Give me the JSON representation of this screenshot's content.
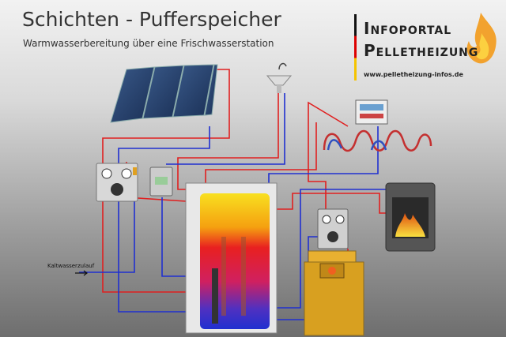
{
  "header": {
    "title": "Schichten - Pufferspeicher",
    "subtitle": "Warmwasserbereitung über eine Frischwasserstation"
  },
  "logo": {
    "line1": "Infoportal",
    "line2": "Pelletheizung",
    "url": "www.pelletheizung-infos.de"
  },
  "labels": {
    "cold_water_inlet": "Kaltwasserzulauf"
  },
  "colors": {
    "hot_pipe": "#e02020",
    "cold_pipe": "#2030d0",
    "boiler": "#e0a020"
  }
}
